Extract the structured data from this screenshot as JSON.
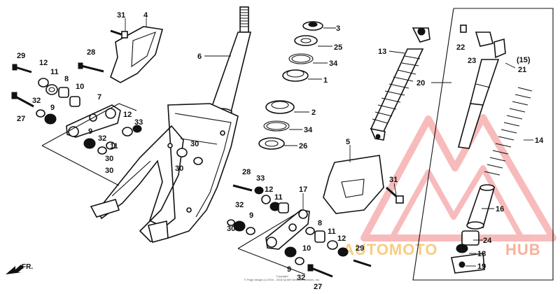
{
  "diagram": {
    "callouts": [
      "1",
      "2",
      "3",
      "4",
      "5",
      "6",
      "7",
      "8",
      "9",
      "10",
      "11",
      "12",
      "13",
      "14",
      "15",
      "16",
      "17",
      "18",
      "19",
      "20",
      "21",
      "22",
      "23",
      "24",
      "25",
      "26",
      "27",
      "28",
      "29",
      "30",
      "31",
      "32",
      "33",
      "34"
    ],
    "front_indicator": "FR.",
    "shock_sub_label": "(15)",
    "copyright_text": "Copyright\n© Page design (c) 2004 - 2016 by ARI Network Services, Inc.",
    "watermark": {
      "part1": "AUTOMOTO",
      "part2": "HUB",
      "color_primary": "#f5a5a5",
      "color_secondary": "#f7c46b"
    }
  }
}
